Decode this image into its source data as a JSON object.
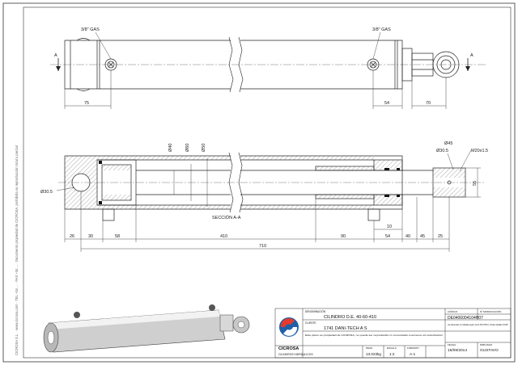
{
  "side_text": "CICROSA S.L. · www.cicrosa.com · TEL +34 ... · FAX +34 ... · Documento propiedad de CICROSA, prohibida su reproducción total o parcial",
  "top_view": {
    "port_left": "3/8\" GAS",
    "port_right": "3/8\" GAS",
    "section_marker": "A",
    "dims": {
      "d75": "75",
      "d54": "54",
      "d70": "70"
    }
  },
  "section_view": {
    "label": "SECCIÓN A-A",
    "d_bore_left": "Ø30.5",
    "d_bore_right": "Ø30.5",
    "d_rod_small": "Ø40",
    "d_rod_mid": "Ø60",
    "d_tube": "Ø50",
    "d_pin": "Ø45",
    "d_m": "M20x1.5",
    "d_55": "55",
    "dims": {
      "d26": "26",
      "d30": "30",
      "d58": "58",
      "d410": "410",
      "d90": "90",
      "d54": "54",
      "d40": "40",
      "d45": "45",
      "d25": "25",
      "d10": "10",
      "d710": "710"
    }
  },
  "title_block": {
    "designation_label": "DENOMINACIÓN",
    "designation": "CILINDRO D.E. 40-60-410",
    "client_label": "CLIENTE",
    "client": "1741 DANI-TECH A S",
    "company": "CICROSA",
    "company_sub": "CILINDROS HIDRÁULICOS",
    "legal_text": "Este plano es propiedad de CICROSA, no puede ser reproducido ni comunicado a terceros sin autorización",
    "weight_label": "PESO",
    "weight": "13.023kg",
    "scale_label": "ESCALA",
    "scale": "1:2",
    "format_label": "FORMATO",
    "format": "A-1",
    "code_label": "CÓDIGO",
    "code": "DE0406004104H07",
    "date_label": "FECHA",
    "date": "15/09/2014",
    "drawn_label": "DIBUJADO",
    "drawn_by": "GUSTAVO",
    "mod_label": "Nº MODIFICACIÓN",
    "notes": "Las tolerancias no indicadas según norma ISO 2768-m. Aristas matadas 0.5x45°"
  }
}
